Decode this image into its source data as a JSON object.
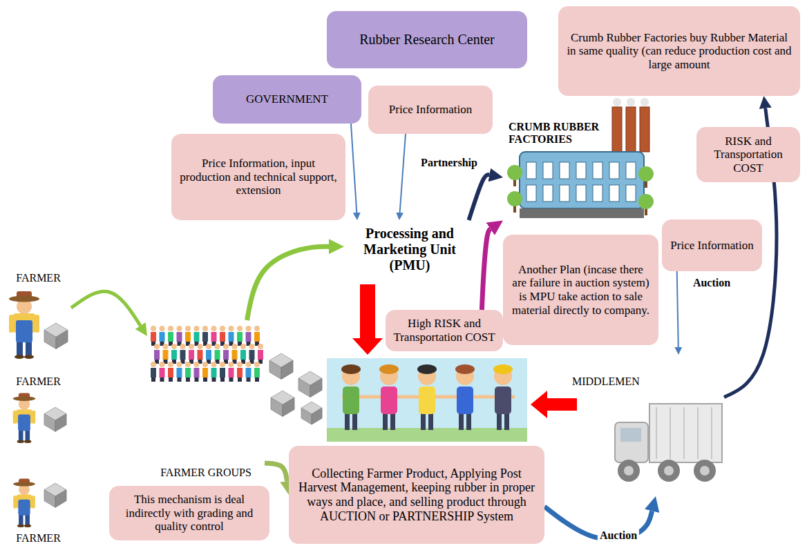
{
  "diagram": {
    "nodes": [
      {
        "text": [
          "Rubber Research Center"
        ]
      },
      {
        "text": [
          "GOVERNMENT"
        ]
      },
      {
        "text": [
          "Price Information"
        ]
      },
      {
        "text": [
          "Crumb Rubber Factories buy Rubber Material in same quality (can reduce production cost and large amount"
        ]
      },
      {
        "text": [
          "CRUMB RUBBER FACTORIES"
        ]
      },
      {
        "text": [
          "RISK and Transportation COST"
        ]
      },
      {
        "text": [
          "Price Information, input production and technical support, extension"
        ]
      },
      {
        "text": [
          "Processing and Marketing Unit (PMU)"
        ]
      },
      {
        "text": [
          "Price Information"
        ]
      },
      {
        "text": [
          "Another Plan (incase there are failure in auction system) is MPU take action to sale material directly to company."
        ]
      },
      {
        "text": [
          "High RISK and Transportation COST"
        ]
      },
      {
        "text": [
          "FARMER"
        ]
      },
      {
        "text": [
          "MIDDLEMEN"
        ]
      },
      {
        "text": [
          "FARMER GROUPS"
        ]
      },
      {
        "text": [
          "FARMER"
        ]
      },
      {
        "text": [
          "Collecting Farmer Product, Applying Post Harvest Management, keeping rubber in proper ways and place, and selling product through AUCTION or PARTNERSHIP System"
        ]
      },
      {
        "text": [
          "This mechanism is deal indirectly with grading and quality control"
        ]
      },
      {
        "text": [
          "FARMER"
        ]
      }
    ],
    "edges": [
      {
        "from": 2,
        "to": 7,
        "arrow": "to"
      },
      {
        "from": 1,
        "to": 7,
        "arrow": "to"
      },
      {
        "from": 7,
        "to": 4,
        "label": "Partnership",
        "arrow": "to"
      },
      {
        "from": 10,
        "to": 4,
        "arrow": "to"
      },
      {
        "from": 15,
        "to": 12,
        "label": "Auction",
        "arrow": "to"
      },
      {
        "from": 12,
        "to": 3,
        "arrow": "to"
      },
      {
        "from": 8,
        "to": 12,
        "arrow": "to"
      },
      {
        "from": 13,
        "to": 7,
        "arrow": "to"
      },
      {
        "from": 13,
        "to": 15,
        "arrow": "to"
      },
      {
        "from": 11,
        "to": 13,
        "arrow": "to"
      }
    ],
    "labels": [
      "Auction"
    ]
  }
}
